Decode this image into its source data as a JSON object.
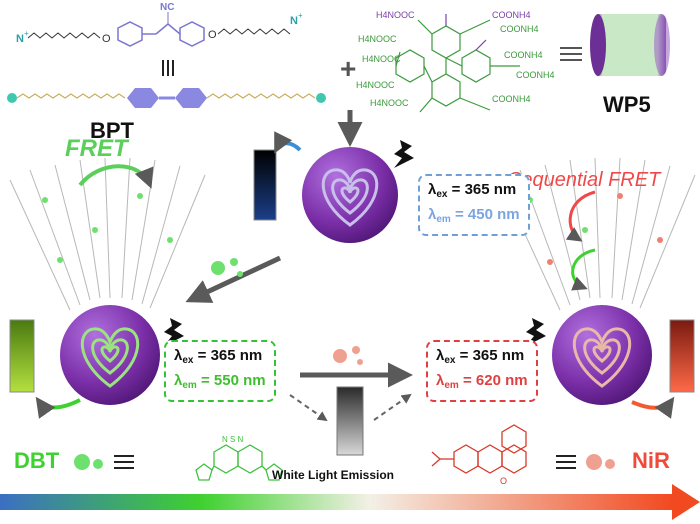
{
  "labels": {
    "bpt": "BPT",
    "wp5": "WP5",
    "dbt": "DBT",
    "nir": "NiR",
    "fret": "FRET",
    "sequential_fret": "Sequential FRET",
    "white_light": "White Light Emission",
    "nc": "NC",
    "equiv": "≡",
    "plus": "+"
  },
  "wp5_groups": [
    "H4NOOC",
    "COONH4",
    "H4NOOC",
    "COONH4",
    "H4NOOC",
    "COONH4",
    "H4NOOC",
    "COONH4",
    "H4NOOC",
    "COONH4"
  ],
  "boxes": [
    {
      "ex_label": "λ",
      "ex_sub": "ex",
      "ex_value": "= 365 nm",
      "em_label": "λ",
      "em_sub": "em",
      "em_value": "= 450 nm",
      "color": "#6f9fd8",
      "em_color": "#7aa5e0"
    },
    {
      "ex_label": "λ",
      "ex_sub": "ex",
      "ex_value": "= 365 nm",
      "em_label": "λ",
      "em_sub": "em",
      "em_value": "= 550 nm",
      "color": "#36c236",
      "em_color": "#3fbf2f"
    },
    {
      "ex_label": "λ",
      "ex_sub": "ex",
      "ex_value": "= 365 nm",
      "em_label": "λ",
      "em_sub": "em",
      "em_value": "= 620 nm",
      "color": "#e04040",
      "em_color": "#e04040"
    }
  ],
  "colors": {
    "purple": "#7b2fa8",
    "sphere_dark": "#5a1f86",
    "blue_emission": "#3a7fd8",
    "green_emission": "#3fd12f",
    "red_emission": "#ef5a3a",
    "arrow_gray": "#5a5a5a",
    "gradient_start": "#3b6fc2",
    "gradient_mid": "#3fd12f",
    "gradient_end": "#f24a20"
  }
}
